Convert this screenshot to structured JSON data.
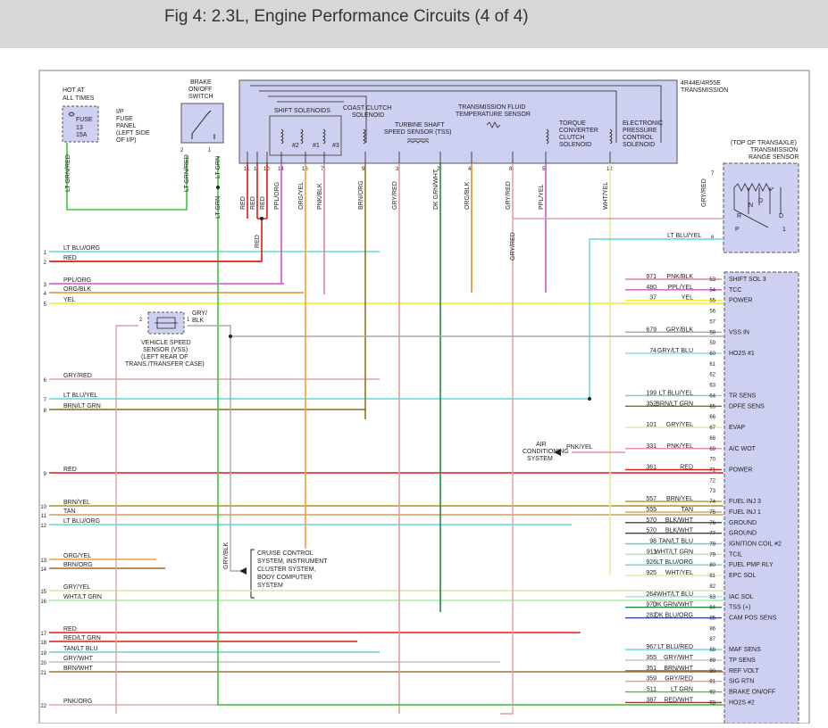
{
  "header": {
    "title": "Fig 4: 2.3L, Engine Performance Circuits (4 of 4)"
  },
  "colors": {
    "panel": "#cdd0f0",
    "panel_border": "#4a4a6a",
    "header_bg": "#d7d7d7"
  },
  "blocks": {
    "hot_at_all_times": [
      "HOT AT",
      "ALL TIMES"
    ],
    "fuse": [
      "FUSE",
      "13",
      "15A"
    ],
    "fuse_panel": [
      "I/P",
      "FUSE",
      "PANEL",
      "(LEFT SIDE",
      "OF I/P)"
    ],
    "brake_switch": [
      "BRAKE",
      "ON/OFF",
      "SWITCH"
    ],
    "transmission": [
      "4R44E/4R55E",
      "TRANSMISSION"
    ],
    "shift_solenoids": "SHIFT SOLENOIDS",
    "coast_clutch": [
      "COAST CLUTCH",
      "SOLENOID"
    ],
    "turbine": [
      "TURBINE SHAFT",
      "SPEED SENSOR (TSS)"
    ],
    "fluid_temp": [
      "TRANSMISSION FLUID",
      "TEMPERATURE SENSOR"
    ],
    "torque_converter": [
      "TORQUE",
      "CONVERTER",
      "CLUTCH",
      "SOLENOID"
    ],
    "epc": [
      "ELECTRONIC",
      "PRESSURE",
      "CONTROL",
      "SOLENOID"
    ],
    "range_sensor": [
      "(TOP OF TRANSAXLE)",
      "TRANSMISSION",
      "RANGE SENSOR"
    ],
    "vss": [
      "VEHICLE SPEED",
      "SENSOR (VSS)",
      "(LEFT REAR OF",
      "TRANS./TRANSFER CASE)"
    ],
    "air_conditioning": [
      "AIR",
      "CONDITIONING",
      "SYSTEM"
    ],
    "cruise_control": [
      "CRUISE CONTROL",
      "SYSTEM, INSTRUMENT",
      "CLUSTER SYSTEM,",
      "BODY COMPUTER",
      "SYSTEM"
    ]
  },
  "solenoid_labels": [
    "#2",
    "#1",
    "#3"
  ],
  "range_letters": [
    "R",
    "N",
    "D",
    "D",
    "P",
    "1"
  ],
  "trans_pins": [
    {
      "pin": "11",
      "wire": "RED"
    },
    {
      "pin": "1",
      "wire": "RED"
    },
    {
      "pin": "10",
      "wire": "RED"
    },
    {
      "pin": "14",
      "wire": "PPL/ORG"
    },
    {
      "pin": "16",
      "wire": "ORG/YEL"
    },
    {
      "pin": "7",
      "wire": "PNK/BLK"
    },
    {
      "pin": "9",
      "wire": "BRN/ORG"
    },
    {
      "pin": "3",
      "wire": "GRY/RED"
    },
    {
      "pin": "2",
      "wire": "DK GRN/WHT"
    },
    {
      "pin": "4",
      "wire": "ORG/BLK"
    },
    {
      "pin": "8",
      "wire": "GRY/RED"
    },
    {
      "pin": "5",
      "wire": "PPL/YEL"
    },
    {
      "pin": "12",
      "wire": "WHT/YEL"
    }
  ],
  "brake_pins": [
    "2",
    "1"
  ],
  "upper_wires": [
    {
      "label": "LT GRN/RED",
      "color": "#3ec83e"
    },
    {
      "label": "LT GRN/RED",
      "color": "#3ec83e"
    },
    {
      "label": "LT GRN",
      "color": "#3ec83e"
    },
    {
      "label": "RED",
      "color": "#e01818"
    },
    {
      "label": "GRY/RED",
      "color": "#e0a0a0"
    },
    {
      "label": "GRY/RED",
      "color": "#e0a0a0"
    },
    {
      "label": "GRY/BLK",
      "color": "#a8a8a8"
    }
  ],
  "vss_pins": [
    "2",
    "1"
  ],
  "vss_wire_label": [
    "GRY/",
    "BLK"
  ],
  "range_pins": [
    "7",
    "6"
  ],
  "range_wires": [
    "GRY/RED",
    "LT BLU/YEL"
  ],
  "ac_wire": "PNK/YEL",
  "left_wires": [
    {
      "num": "1",
      "label": "LT BLU/ORG",
      "color": "#5fd8d8"
    },
    {
      "num": "2",
      "label": "RED",
      "color": "#e01818"
    },
    {
      "num": "3",
      "label": "PPL/ORG",
      "color": "#d050d0"
    },
    {
      "num": "4",
      "label": "ORG/BLK",
      "color": "#f08a20"
    },
    {
      "num": "5",
      "label": "YEL",
      "color": "#f0f020"
    },
    {
      "num": "6",
      "label": "GRY/RED",
      "color": "#e0a0a0"
    },
    {
      "num": "7",
      "label": "LT BLU/YEL",
      "color": "#5fd8d8"
    },
    {
      "num": "8",
      "label": "BRN/LT GRN",
      "color": "#8a6a1a"
    },
    {
      "num": "9",
      "label": "RED",
      "color": "#e01818"
    },
    {
      "num": "10",
      "label": "BRN/YEL",
      "color": "#b0902a"
    },
    {
      "num": "11",
      "label": "TAN",
      "color": "#c8a060"
    },
    {
      "num": "12",
      "label": "LT BLU/ORG",
      "color": "#5fd8d8"
    },
    {
      "num": "13",
      "label": "ORG/YEL",
      "color": "#f0a030"
    },
    {
      "num": "14",
      "label": "BRN/ORG",
      "color": "#a06a20"
    },
    {
      "num": "15",
      "label": "GRY/YEL",
      "color": "#d8e8a0"
    },
    {
      "num": "16",
      "label": "WHT/LT GRN",
      "color": "#a8e8a8"
    },
    {
      "num": "17",
      "label": "RED",
      "color": "#e01818"
    },
    {
      "num": "18",
      "label": "RED/LT GRN",
      "color": "#e01818"
    },
    {
      "num": "19",
      "label": "TAN/LT BLU",
      "color": "#70c8d8"
    },
    {
      "num": "20",
      "label": "GRY/WHT",
      "color": "#c0c0c0"
    },
    {
      "num": "21",
      "label": "BRN/WHT",
      "color": "#a07040"
    },
    {
      "num": "22",
      "label": "PNK/ORG",
      "color": "#f0a0b0"
    }
  ],
  "pcm_pins": [
    {
      "pin": "53",
      "circuit": "971",
      "wire": "PNK/BLK",
      "desc": "SHIFT SOL 3",
      "color": "#e080a0"
    },
    {
      "pin": "54",
      "circuit": "480",
      "wire": "PPL/YEL",
      "desc": "TCC",
      "color": "#d050d0"
    },
    {
      "pin": "55",
      "circuit": "37",
      "wire": "YEL",
      "desc": "POWER",
      "color": "#f0f020"
    },
    {
      "pin": "56",
      "circuit": "",
      "wire": "",
      "desc": "",
      "color": ""
    },
    {
      "pin": "57",
      "circuit": "",
      "wire": "",
      "desc": "",
      "color": ""
    },
    {
      "pin": "58",
      "circuit": "679",
      "wire": "GRY/BLK",
      "desc": "VSS IN",
      "color": "#a8a8a8"
    },
    {
      "pin": "59",
      "circuit": "",
      "wire": "",
      "desc": "",
      "color": ""
    },
    {
      "pin": "60",
      "circuit": "74",
      "wire": "GRY/LT BLU",
      "desc": "HO2S #1",
      "color": "#88d8e0"
    },
    {
      "pin": "61",
      "circuit": "",
      "wire": "",
      "desc": "",
      "color": ""
    },
    {
      "pin": "62",
      "circuit": "",
      "wire": "",
      "desc": "",
      "color": ""
    },
    {
      "pin": "63",
      "circuit": "",
      "wire": "",
      "desc": "",
      "color": ""
    },
    {
      "pin": "64",
      "circuit": "199",
      "wire": "LT BLU/YEL",
      "desc": "TR SENS",
      "color": "#5fd8d8"
    },
    {
      "pin": "65",
      "circuit": "352",
      "wire": "BRN/LT GRN",
      "desc": "DPFE SENS",
      "color": "#8a6a1a"
    },
    {
      "pin": "66",
      "circuit": "",
      "wire": "",
      "desc": "",
      "color": ""
    },
    {
      "pin": "67",
      "circuit": "101",
      "wire": "GRY/YEL",
      "desc": "EVAP",
      "color": "#d8e8a0"
    },
    {
      "pin": "68",
      "circuit": "",
      "wire": "",
      "desc": "",
      "color": ""
    },
    {
      "pin": "69",
      "circuit": "331",
      "wire": "PNK/YEL",
      "desc": "A/C WOT",
      "color": "#f090a0"
    },
    {
      "pin": "70",
      "circuit": "",
      "wire": "",
      "desc": "",
      "color": ""
    },
    {
      "pin": "71",
      "circuit": "361",
      "wire": "RED",
      "desc": "POWER",
      "color": "#e01818"
    },
    {
      "pin": "72",
      "circuit": "",
      "wire": "",
      "desc": "",
      "color": ""
    },
    {
      "pin": "73",
      "circuit": "",
      "wire": "",
      "desc": "",
      "color": ""
    },
    {
      "pin": "74",
      "circuit": "557",
      "wire": "BRN/YEL",
      "desc": "FUEL INJ 3",
      "color": "#b0902a"
    },
    {
      "pin": "75",
      "circuit": "555",
      "wire": "TAN",
      "desc": "FUEL INJ 1",
      "color": "#c8a060"
    },
    {
      "pin": "76",
      "circuit": "570",
      "wire": "BLK/WHT",
      "desc": "GROUND",
      "color": "#404040"
    },
    {
      "pin": "77",
      "circuit": "570",
      "wire": "BLK/WHT",
      "desc": "GROUND",
      "color": "#404040"
    },
    {
      "pin": "78",
      "circuit": "98",
      "wire": "TAN/LT BLU",
      "desc": "IGNITION COIL #2",
      "color": "#70c8d8"
    },
    {
      "pin": "79",
      "circuit": "911",
      "wire": "WHT/LT GRN",
      "desc": "TCIL",
      "color": "#a8e8a8"
    },
    {
      "pin": "80",
      "circuit": "926",
      "wire": "LT BLU/ORG",
      "desc": "FUEL PMP RLY",
      "color": "#5fd8d8"
    },
    {
      "pin": "81",
      "circuit": "925",
      "wire": "WHT/YEL",
      "desc": "EPC SOL",
      "color": "#e8e8a0"
    },
    {
      "pin": "82",
      "circuit": "",
      "wire": "",
      "desc": "",
      "color": ""
    },
    {
      "pin": "83",
      "circuit": "264",
      "wire": "WHT/LT BLU",
      "desc": "IAC SOL",
      "color": "#a8d8f0"
    },
    {
      "pin": "84",
      "circuit": "970",
      "wire": "DK GRN/WHT",
      "desc": "TSS (+)",
      "color": "#208a40"
    },
    {
      "pin": "85",
      "circuit": "282",
      "wire": "DK BLU/ORG",
      "desc": "CAM POS SENS",
      "color": "#3040a0"
    },
    {
      "pin": "86",
      "circuit": "",
      "wire": "",
      "desc": "",
      "color": ""
    },
    {
      "pin": "87",
      "circuit": "",
      "wire": "",
      "desc": "",
      "color": ""
    },
    {
      "pin": "88",
      "circuit": "967",
      "wire": "LT BLU/RED",
      "desc": "MAF SENS",
      "color": "#5fd8d8"
    },
    {
      "pin": "89",
      "circuit": "355",
      "wire": "GRY/WHT",
      "desc": "TP SENS",
      "color": "#c0c0c0"
    },
    {
      "pin": "90",
      "circuit": "351",
      "wire": "BRN/WHT",
      "desc": "REF VOLT",
      "color": "#a07040"
    },
    {
      "pin": "91",
      "circuit": "359",
      "wire": "GRY/RED",
      "desc": "SIG RTN",
      "color": "#e0a0a0"
    },
    {
      "pin": "92",
      "circuit": "511",
      "wire": "LT GRN",
      "desc": "BRAKE ON/OFF",
      "color": "#3ec83e"
    },
    {
      "pin": "93",
      "circuit": "387",
      "wire": "RED/WHT",
      "desc": "HO2S #2",
      "color": "#e01818"
    }
  ]
}
